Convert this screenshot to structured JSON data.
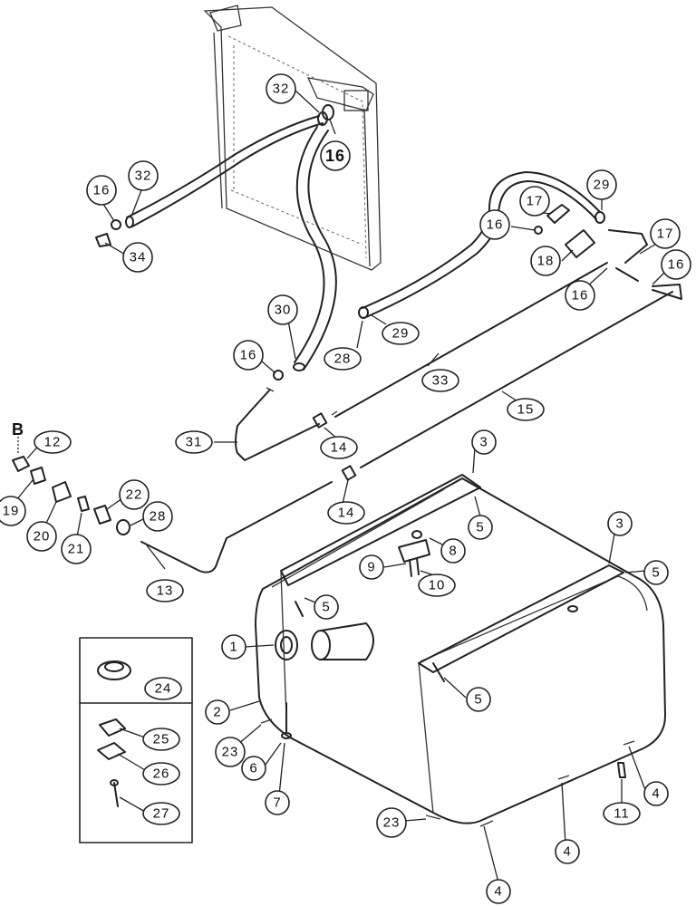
{
  "diagram": {
    "callouts": [
      {
        "id": "c32a",
        "text": "32"
      },
      {
        "id": "c16a",
        "text": "16"
      },
      {
        "id": "c16b",
        "text": "16"
      },
      {
        "id": "c32b",
        "text": "32"
      },
      {
        "id": "c34",
        "text": "34"
      },
      {
        "id": "c29a",
        "text": "29"
      },
      {
        "id": "c17a",
        "text": "17"
      },
      {
        "id": "c16c",
        "text": "16"
      },
      {
        "id": "c17b",
        "text": "17"
      },
      {
        "id": "c18",
        "text": "18"
      },
      {
        "id": "c16d",
        "text": "16"
      },
      {
        "id": "c16e",
        "text": "16"
      },
      {
        "id": "c30",
        "text": "30"
      },
      {
        "id": "c28a",
        "text": "28"
      },
      {
        "id": "c29b",
        "text": "29"
      },
      {
        "id": "c16f",
        "text": "16"
      },
      {
        "id": "c33",
        "text": "33"
      },
      {
        "id": "c15",
        "text": "15"
      },
      {
        "id": "c31",
        "text": "31"
      },
      {
        "id": "c14a",
        "text": "14"
      },
      {
        "id": "c3a",
        "text": "3"
      },
      {
        "id": "c12",
        "text": "12"
      },
      {
        "id": "c19",
        "text": "19"
      },
      {
        "id": "c20",
        "text": "20"
      },
      {
        "id": "c21",
        "text": "21"
      },
      {
        "id": "c22",
        "text": "22"
      },
      {
        "id": "c28b",
        "text": "28"
      },
      {
        "id": "c14b",
        "text": "14"
      },
      {
        "id": "c5a",
        "text": "5"
      },
      {
        "id": "c3b",
        "text": "3"
      },
      {
        "id": "c8",
        "text": "8"
      },
      {
        "id": "c9",
        "text": "9"
      },
      {
        "id": "c10",
        "text": "10"
      },
      {
        "id": "c5b",
        "text": "5"
      },
      {
        "id": "c13",
        "text": "13"
      },
      {
        "id": "c5c",
        "text": "5"
      },
      {
        "id": "c1",
        "text": "1"
      },
      {
        "id": "c24",
        "text": "24"
      },
      {
        "id": "c2",
        "text": "2"
      },
      {
        "id": "c5d",
        "text": "5"
      },
      {
        "id": "c25",
        "text": "25"
      },
      {
        "id": "c23a",
        "text": "23"
      },
      {
        "id": "c6",
        "text": "6"
      },
      {
        "id": "c26",
        "text": "26"
      },
      {
        "id": "c7",
        "text": "7"
      },
      {
        "id": "c27",
        "text": "27"
      },
      {
        "id": "c11",
        "text": "11"
      },
      {
        "id": "c4a",
        "text": "4"
      },
      {
        "id": "c23b",
        "text": "23"
      },
      {
        "id": "c4b",
        "text": "4"
      },
      {
        "id": "c4c",
        "text": "4"
      }
    ],
    "ref_letter": "B"
  }
}
